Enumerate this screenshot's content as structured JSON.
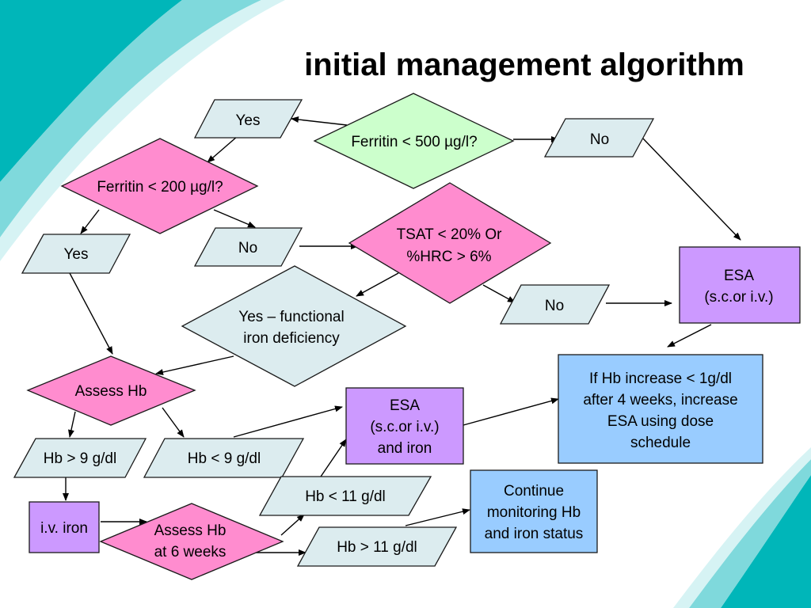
{
  "title": "initial management algorithm",
  "colors": {
    "decision_green": "#ccffcc",
    "decision_pink": "#ff8ccf",
    "outcome_light": "#dcecef",
    "action_purple": "#cc99ff",
    "info_blue": "#99ccff",
    "teal_accent": "#00b4b8"
  },
  "nodes": {
    "ferritin500": {
      "lines": [
        "Ferritin < 500 µg/l?"
      ]
    },
    "yes1": {
      "lines": [
        "Yes"
      ]
    },
    "no1": {
      "lines": [
        "No"
      ]
    },
    "ferritin200": {
      "lines": [
        "Ferritin < 200 µg/l?"
      ]
    },
    "yes2": {
      "lines": [
        "Yes"
      ]
    },
    "no2": {
      "lines": [
        "No"
      ]
    },
    "tsat": {
      "lines": [
        "TSAT < 20% Or",
        "%HRC > 6%"
      ]
    },
    "no3": {
      "lines": [
        "No"
      ]
    },
    "functional": {
      "lines": [
        "Yes – functional",
        "iron deficiency"
      ]
    },
    "esa_right": {
      "lines": [
        "ESA",
        "(s.c.or i.v.)"
      ]
    },
    "assess_hb": {
      "lines": [
        "Assess Hb"
      ]
    },
    "hb_gt9": {
      "lines": [
        "Hb > 9 g/dl"
      ]
    },
    "hb_lt9": {
      "lines": [
        "Hb < 9 g/dl"
      ]
    },
    "esa_iron": {
      "lines": [
        "ESA",
        "(s.c.or i.v.)",
        "and iron"
      ]
    },
    "if_hb": {
      "lines": [
        "If Hb increase < 1g/dl",
        "after 4 weeks, increase",
        "ESA using dose",
        "schedule"
      ]
    },
    "iv_iron": {
      "lines": [
        "i.v. iron"
      ]
    },
    "assess6": {
      "lines": [
        "Assess Hb",
        "at 6 weeks"
      ]
    },
    "hb_lt11": {
      "lines": [
        "Hb < 11 g/dl"
      ]
    },
    "hb_gt11": {
      "lines": [
        "Hb > 11 g/dl"
      ]
    },
    "continue": {
      "lines": [
        "Continue",
        "monitoring Hb",
        "and iron status"
      ]
    }
  }
}
